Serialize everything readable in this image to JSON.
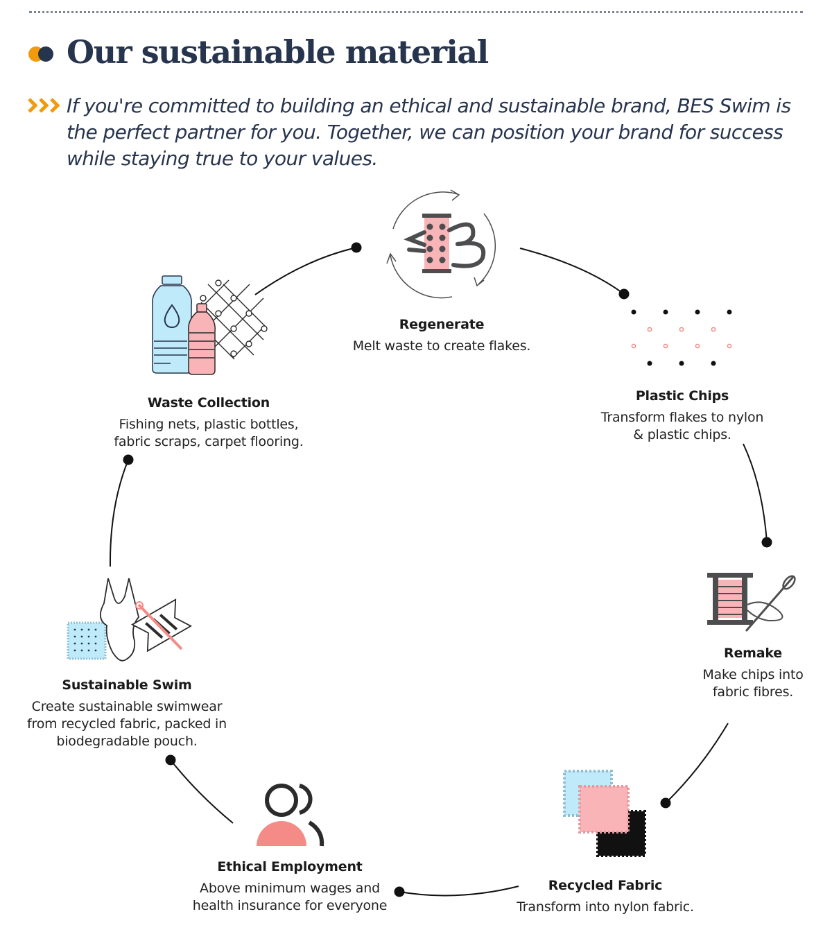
{
  "title": "Our sustainable material",
  "intro": "If you're committed to building an ethical and sustainable brand, BES Swim is the perfect partner for you. Together, we can position your brand for success while staying true to your values.",
  "colors": {
    "navy": "#27344d",
    "orange": "#f29a0d",
    "pink": "#f8b4b6",
    "salmon": "#f48b86",
    "sky": "#bfeafa",
    "ink": "#111111",
    "gray": "#4d4d4f"
  },
  "steps": [
    {
      "id": "regenerate",
      "title": "Regenerate",
      "desc": [
        "Melt waste to create flakes."
      ],
      "icon": "melt-machine-icon"
    },
    {
      "id": "plastic-chips",
      "title": "Plastic Chips",
      "desc": [
        "Transform flakes to nylon",
        "& plastic chips."
      ],
      "icon": "plastic-chips-icon"
    },
    {
      "id": "remake",
      "title": "Remake",
      "desc": [
        "Make chips into",
        "fabric fibres."
      ],
      "icon": "thread-spool-needle-icon"
    },
    {
      "id": "recycled-fabric",
      "title": "Recycled Fabric",
      "desc": [
        "Transform into nylon fabric."
      ],
      "icon": "fabric-swatches-icon"
    },
    {
      "id": "ethical-employment",
      "title": "Ethical Employment",
      "desc": [
        "Above minimum wages and",
        "health insurance for everyone"
      ],
      "icon": "people-icon"
    },
    {
      "id": "sustainable-swim",
      "title": "Sustainable Swim",
      "desc": [
        "Create sustainable swimwear",
        "from recycled fabric, packed in",
        "biodegradable pouch."
      ],
      "icon": "swimsuit-icon"
    },
    {
      "id": "waste-collection",
      "title": "Waste Collection",
      "desc": [
        "Fishing nets, plastic bottles,",
        "fabric scraps, carpet flooring."
      ],
      "icon": "bottles-net-icon"
    }
  ]
}
